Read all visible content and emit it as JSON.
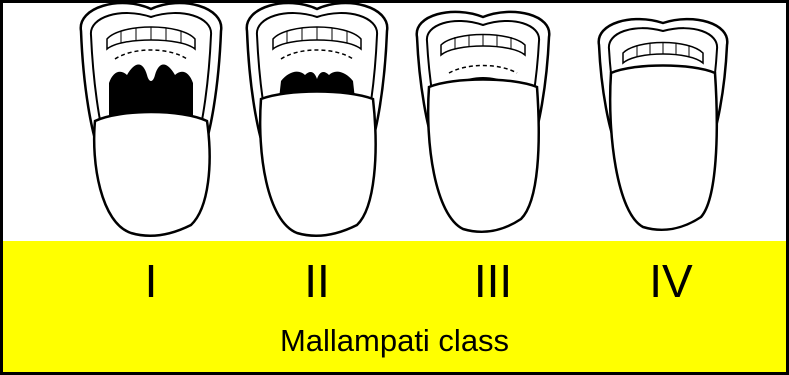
{
  "classes": [
    {
      "numeral": "I",
      "visibility": 1.0
    },
    {
      "numeral": "II",
      "visibility": 0.55
    },
    {
      "numeral": "III",
      "visibility": 0.2
    },
    {
      "numeral": "IV",
      "visibility": 0.0
    }
  ],
  "caption": "Mallampati class",
  "colors": {
    "band": "#ffff00",
    "ink": "#000000",
    "paper": "#ffffff"
  }
}
